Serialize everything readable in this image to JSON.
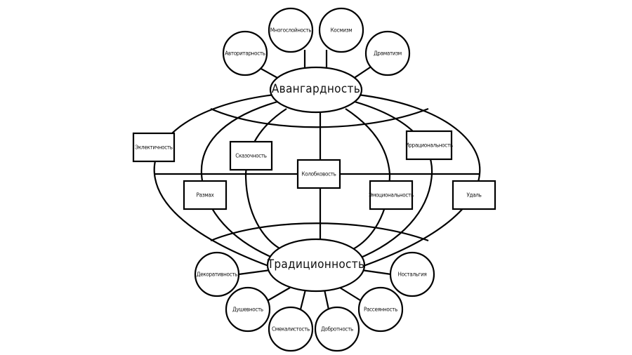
{
  "diagram": {
    "center_node": {
      "label": "Колобковость"
    },
    "poles": {
      "top": {
        "label": "Авангардность"
      },
      "bottom": {
        "label": "Традиционность"
      }
    },
    "top_satellites": [
      {
        "label": "Авторитарность"
      },
      {
        "label": "Многослойность"
      },
      {
        "label": "Космизм"
      },
      {
        "label": "Драматизм"
      }
    ],
    "bottom_satellites": [
      {
        "label": "Декоративность"
      },
      {
        "label": "Душевность"
      },
      {
        "label": "Смекалистость"
      },
      {
        "label": "Добротность"
      },
      {
        "label": "Рассеянность"
      },
      {
        "label": "Ностальгия"
      }
    ],
    "globe_boxes": [
      {
        "label": "Эклектичность"
      },
      {
        "label": "Сказочность"
      },
      {
        "label": "Иррациональность"
      },
      {
        "label": "Размах"
      },
      {
        "label": "Эмоциональность"
      },
      {
        "label": "Удаль"
      }
    ],
    "colors": {
      "stroke": "#000000",
      "background": "#ffffff",
      "text": "#111111"
    }
  }
}
